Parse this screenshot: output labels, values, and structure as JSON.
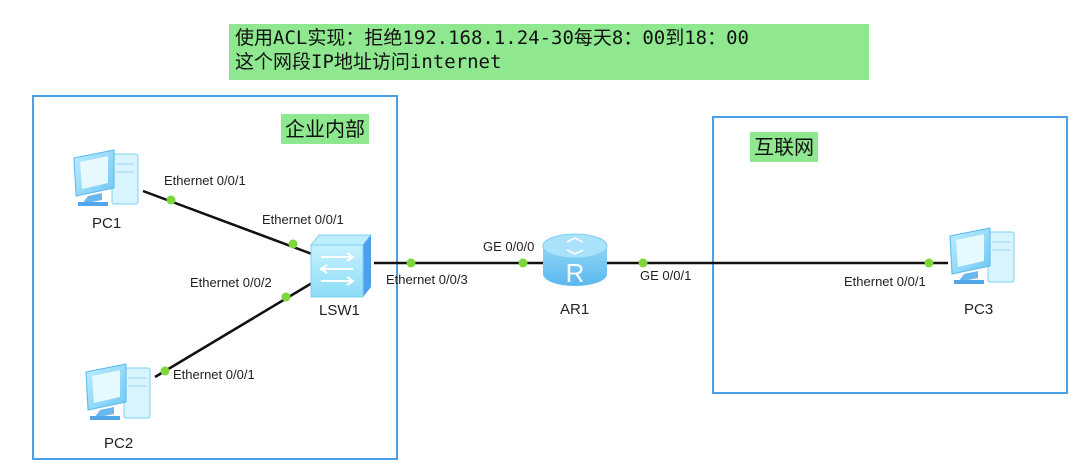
{
  "title": {
    "line1": "使用ACL实现：拒绝192.168.1.24-30每天8：00到18：00",
    "line2": "这个网段IP地址访问internet"
  },
  "zones": {
    "internal": {
      "label": "企业内部"
    },
    "internet": {
      "label": "互联网"
    }
  },
  "colors": {
    "zone_border": "#4a9fe8",
    "label_bg": "#8fe88f",
    "port_dot": "#7ed63a",
    "link": "#111111"
  },
  "devices": {
    "pc1": {
      "label": "PC1",
      "type": "pc-icon"
    },
    "pc2": {
      "label": "PC2",
      "type": "pc-icon"
    },
    "pc3": {
      "label": "PC3",
      "type": "pc-icon"
    },
    "lsw1": {
      "label": "LSW1",
      "type": "switch-icon"
    },
    "ar1": {
      "label": "AR1",
      "type": "router-icon"
    }
  },
  "links": [
    {
      "from": "PC1",
      "to": "LSW1",
      "from_port": "Ethernet 0/0/1",
      "to_port": "Ethernet 0/0/1"
    },
    {
      "from": "PC2",
      "to": "LSW1",
      "from_port": "Ethernet 0/0/1",
      "to_port": "Ethernet 0/0/2"
    },
    {
      "from": "LSW1",
      "to": "AR1",
      "from_port": "Ethernet 0/0/3",
      "to_port": "GE 0/0/0"
    },
    {
      "from": "AR1",
      "to": "PC3",
      "from_port": "GE 0/0/1",
      "to_port": "Ethernet 0/0/1"
    }
  ]
}
